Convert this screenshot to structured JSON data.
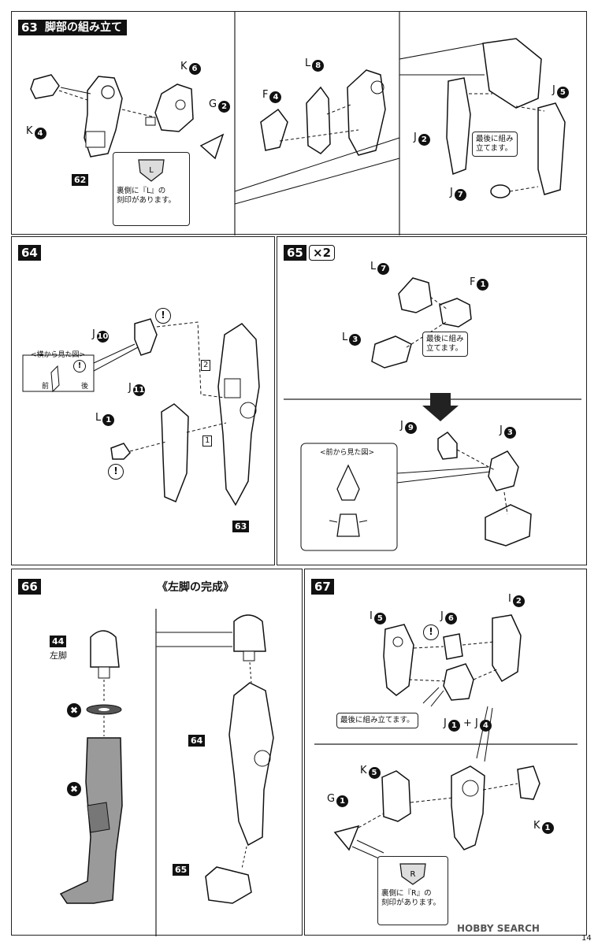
{
  "steps": {
    "s63": {
      "num": "63",
      "title": "脚部の組み立て"
    },
    "s64": {
      "num": "64"
    },
    "s65": {
      "num": "65",
      "times": "×2"
    },
    "s66": {
      "num": "66",
      "subtitle": "《左脚の完成》"
    },
    "s67": {
      "num": "67"
    }
  },
  "parts": {
    "s63": {
      "k6": {
        "letter": "K",
        "num": "6"
      },
      "g2": {
        "letter": "G",
        "num": "2"
      },
      "k4": {
        "letter": "K",
        "num": "4"
      },
      "f4": {
        "letter": "F",
        "num": "4"
      },
      "l8": {
        "letter": "L",
        "num": "8"
      },
      "j5": {
        "letter": "J",
        "num": "5"
      },
      "j2": {
        "letter": "J",
        "num": "2"
      },
      "j7": {
        "letter": "J",
        "num": "7"
      },
      "badge": "62",
      "note_last": "最後に組み\n立てます。",
      "note_stamp": "裏側に『L』の\n刻印があります。",
      "stamp_letter": "L"
    },
    "s64": {
      "j10": {
        "letter": "J",
        "num": "10"
      },
      "j11": {
        "letter": "J",
        "num": "11"
      },
      "l1": {
        "letter": "L",
        "num": "1"
      },
      "side_view": "<横から見た図>",
      "front": "前",
      "back": "後",
      "box1": "1",
      "box2": "2",
      "badge": "63",
      "warn": "!"
    },
    "s65": {
      "l7": {
        "letter": "L",
        "num": "7"
      },
      "f1": {
        "letter": "F",
        "num": "1"
      },
      "l3": {
        "letter": "L",
        "num": "3"
      },
      "j9": {
        "letter": "J",
        "num": "9"
      },
      "j3": {
        "letter": "J",
        "num": "3"
      },
      "note_last": "最後に組み\n立てます。",
      "front_view": "<前から見た図>"
    },
    "s66": {
      "badge44": "44",
      "left_leg": "左脚",
      "badge64": "64",
      "badge65": "65",
      "x": "✖"
    },
    "s67": {
      "i5": {
        "letter": "I",
        "num": "5"
      },
      "j6": {
        "letter": "J",
        "num": "6"
      },
      "i2": {
        "letter": "I",
        "num": "2"
      },
      "j1j4": {
        "a": "J",
        "an": "1",
        "plus": "+",
        "b": "J",
        "bn": "4"
      },
      "note_last": "最後に組み立てます。",
      "k5": {
        "letter": "K",
        "num": "5"
      },
      "g1": {
        "letter": "G",
        "num": "1"
      },
      "k1": {
        "letter": "K",
        "num": "1"
      },
      "note_stamp": "裏側に『R』の\n刻印があります。",
      "stamp_letter": "R"
    }
  },
  "footer": {
    "watermark": "HOBBY SEARCH",
    "page": "14"
  }
}
